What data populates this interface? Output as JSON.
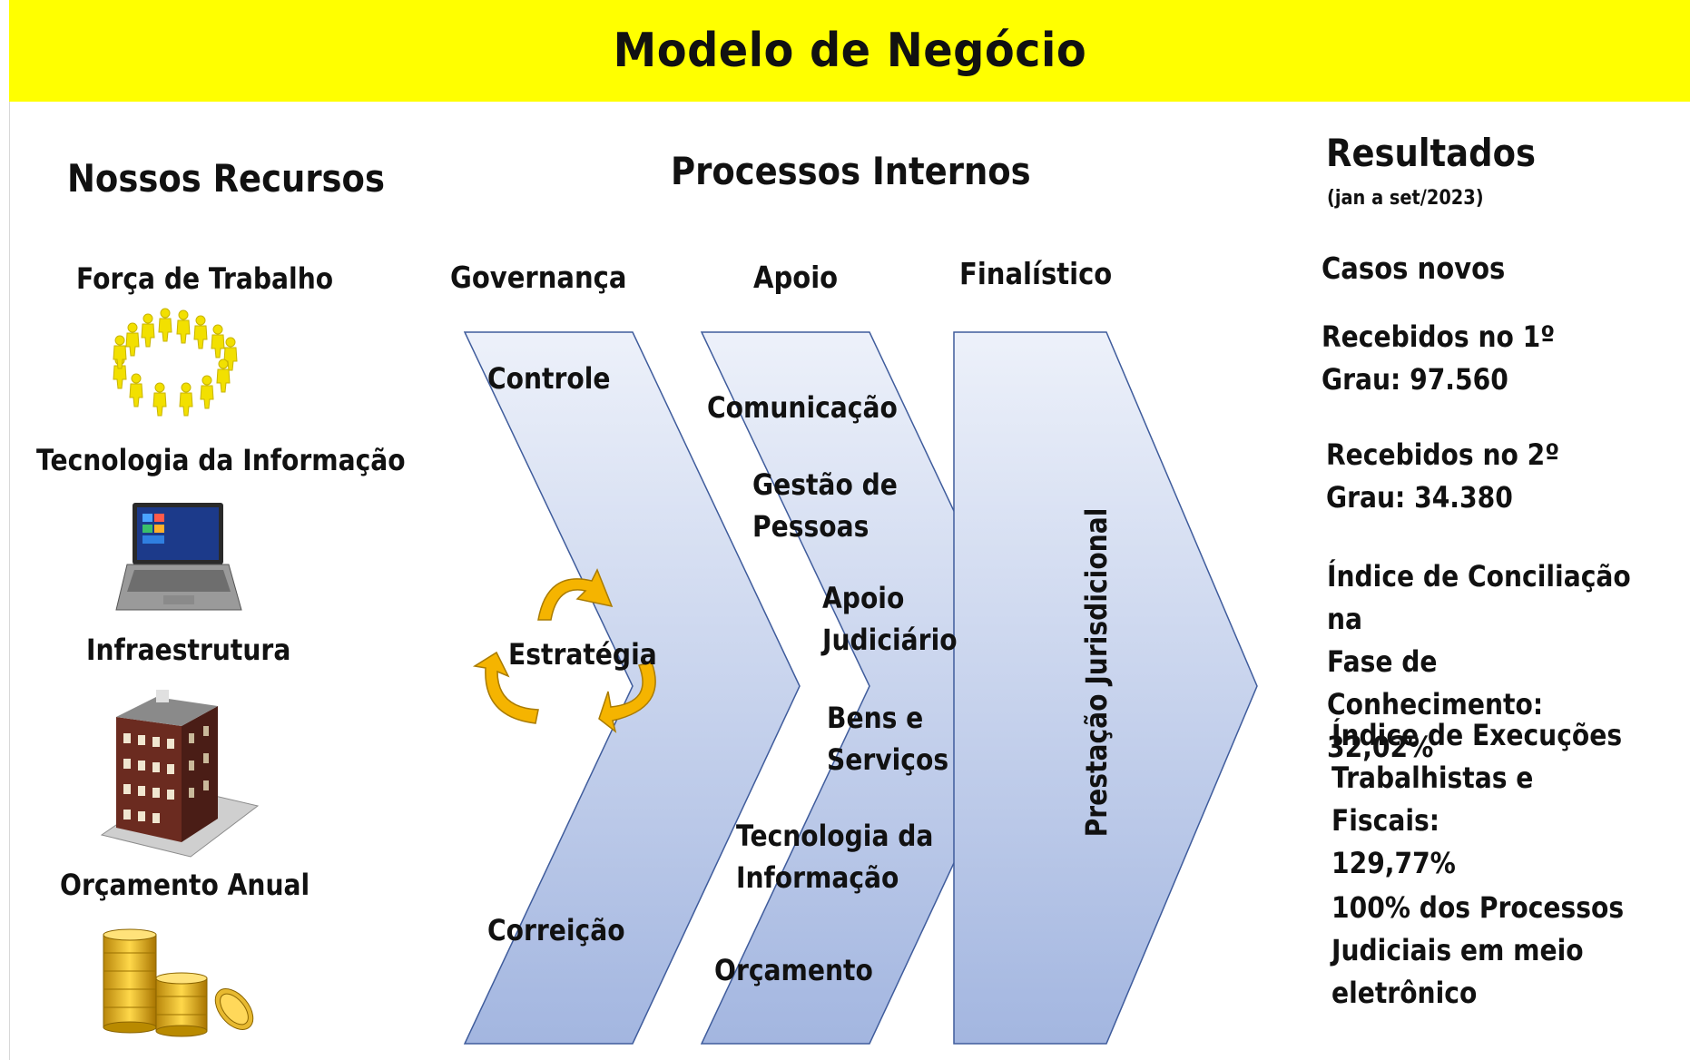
{
  "title": "Modelo de Negócio",
  "recursos": {
    "heading": "Nossos Recursos",
    "items": [
      {
        "label": "Força de Trabalho",
        "icon": "people-circle-icon"
      },
      {
        "label": "Tecnologia da Informação",
        "icon": "laptop-icon"
      },
      {
        "label": "Infraestrutura",
        "icon": "building-icon"
      },
      {
        "label": "Orçamento Anual",
        "icon": "coins-icon"
      }
    ]
  },
  "processos": {
    "heading": "Processos Internos",
    "columns": {
      "governanca": "Governança",
      "apoio": "Apoio",
      "finalistico": "Finalístico"
    },
    "governanca_items": {
      "controle": "Controle",
      "estrategia": "Estratégia",
      "correicao": "Correição"
    },
    "apoio_items": {
      "comunicacao": "Comunicação",
      "gestao": "Gestão de\nPessoas",
      "judiciario": "Apoio\nJudiciário",
      "bens": "Bens e\nServiços",
      "ti": "Tecnologia da\nInformação",
      "orcamento": "Orçamento"
    },
    "finalistico_item": "Prestação Jurisdicional"
  },
  "resultados": {
    "heading": "Resultados",
    "period": "(jan a set/2023)",
    "casos": "Casos novos",
    "items": [
      "Recebidos no 1º\nGrau: 97.560",
      "Recebidos no 2º\nGrau: 34.380",
      "Índice de Conciliação na\nFase de Conhecimento:\n32,02%",
      "Índice de Execuções\nTrabalhistas e Fiscais:\n129,77%",
      "100% dos Processos\nJudiciais em meio\neletrônico"
    ]
  },
  "colors": {
    "banner": "#ffff00",
    "chevron_top": "#eaeff9",
    "chevron_bottom": "#a4b7e1",
    "chevron_stroke": "#3f5c9c",
    "cycle_arrow": "#f5b400"
  }
}
